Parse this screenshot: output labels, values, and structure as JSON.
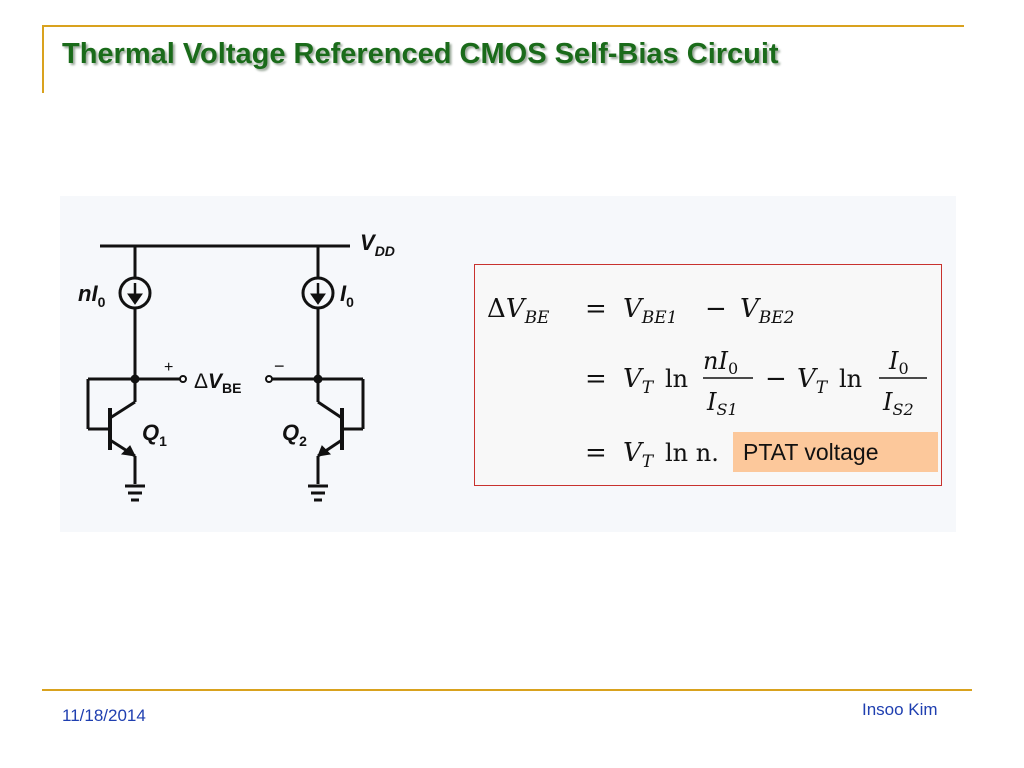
{
  "slide": {
    "title": "Thermal Voltage Referenced CMOS Self-Bias Circuit",
    "date": "11/18/2014",
    "author": "Insoo Kim",
    "accent_color": "#d9a21e",
    "title_color": "#1a6b1a",
    "footer_color": "#1f3fb0"
  },
  "circuit": {
    "supply_label": "V",
    "supply_sub": "DD",
    "left_source_label": "nI",
    "left_source_sub": "0",
    "right_source_label": "I",
    "right_source_sub": "0",
    "plus_sign": "+",
    "minus_sign": "−",
    "delta_symbol": "Δ",
    "delta_v": "V",
    "delta_v_sub": "BE",
    "q1_label": "Q",
    "q1_sub": "1",
    "q2_label": "Q",
    "q2_sub": "2"
  },
  "equation": {
    "delta": "Δ",
    "v": "V",
    "sub_be": "BE",
    "equals": "=",
    "sub_be1": "BE1",
    "minus": "−",
    "sub_be2": "BE2",
    "vt_sub": "T",
    "ln": "ln",
    "n": "n",
    "i": "I",
    "zero": "0",
    "is_sub1": "S1",
    "is_sub2": "S2",
    "ln_n": "ln n."
  },
  "highlight": {
    "ptat_label": "PTAT voltage",
    "ptat_color": "#fcc89b",
    "box_border_color": "#c8322e"
  }
}
